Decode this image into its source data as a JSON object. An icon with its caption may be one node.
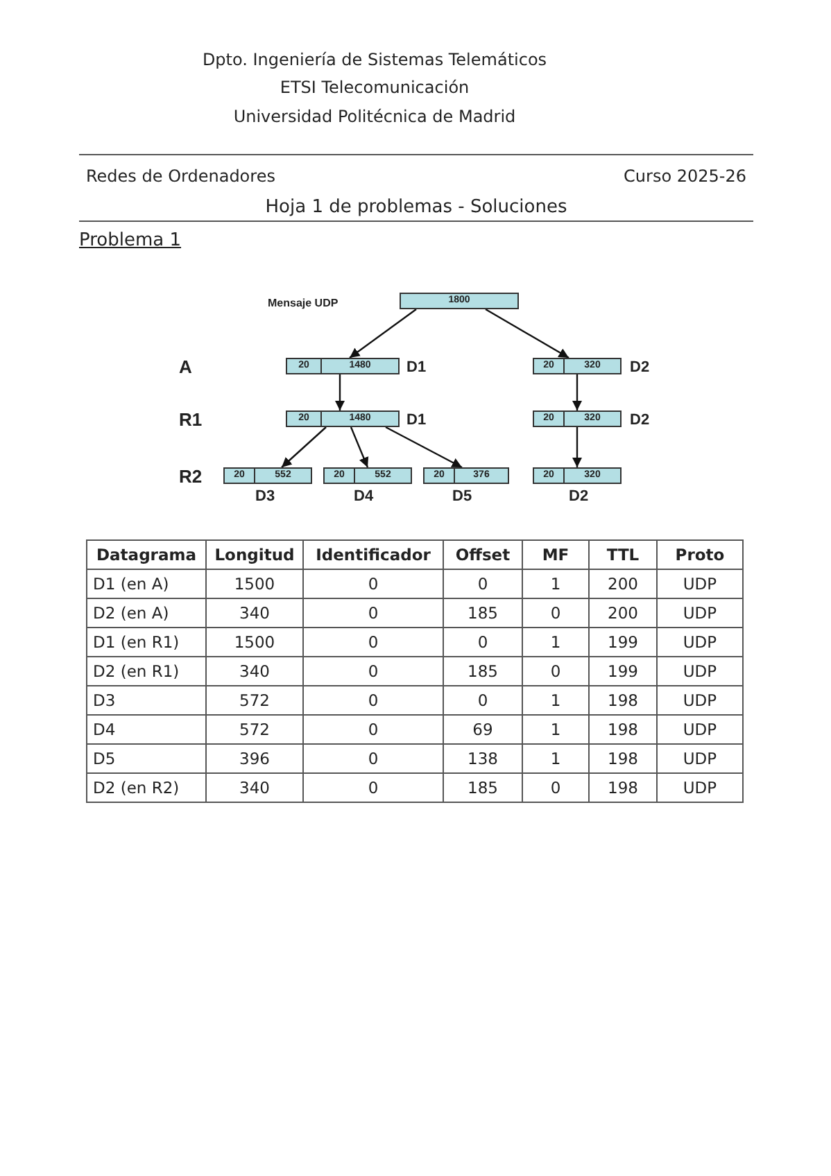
{
  "diagram": {
    "nodes": [
      {
        "text": [
          "1800"
        ]
      },
      {
        "text": [
          "20",
          "1480"
        ],
        "beside": [
          "D1"
        ]
      },
      {
        "text": [
          "20",
          "320"
        ],
        "beside": [
          "D2"
        ]
      },
      {
        "text": [
          "20",
          "1480"
        ],
        "beside": [
          "D1"
        ]
      },
      {
        "text": [
          "20",
          "320"
        ],
        "beside": [
          "D2"
        ]
      },
      {
        "text": [
          "20",
          "552"
        ],
        "beside": [
          "D3"
        ]
      },
      {
        "text": [
          "20",
          "552"
        ],
        "beside": [
          "D4"
        ]
      },
      {
        "text": [
          "20",
          "376"
        ],
        "beside": [
          "D5"
        ]
      },
      {
        "text": [
          "20",
          "320"
        ],
        "beside": [
          "D2"
        ]
      }
    ],
    "edges": [
      {
        "from": 0,
        "to": 1,
        "arrow": "to"
      },
      {
        "from": 0,
        "to": 2,
        "arrow": "to"
      },
      {
        "from": 1,
        "to": 3,
        "arrow": "to"
      },
      {
        "from": 2,
        "to": 4,
        "arrow": "to"
      },
      {
        "from": 3,
        "to": 5,
        "arrow": "to"
      },
      {
        "from": 3,
        "to": 6,
        "arrow": "to"
      },
      {
        "from": 3,
        "to": 7,
        "arrow": "to"
      },
      {
        "from": 4,
        "to": 8,
        "arrow": "to"
      }
    ],
    "labels": [
      "Dpto. Ingeniería de Sistemas Telemáticos",
      "ETSI Telecomunicación",
      "Universidad Politécnica de Madrid",
      "Redes de Ordenadores",
      "Curso 2025-26",
      "Hoja 1 de problemas - Soluciones",
      "Problema 1",
      "Mensaje UDP",
      "A",
      "R1",
      "R2",
      "Datagrama",
      "Longitud",
      "Identificador",
      "Offset",
      "MF",
      "TTL",
      "Proto",
      "D1 (en A)",
      "1500",
      "0",
      "0",
      "1",
      "200",
      "UDP",
      "D2 (en A)",
      "340",
      "0",
      "185",
      "0",
      "200",
      "UDP",
      "D1 (en R1)",
      "1500",
      "0",
      "0",
      "1",
      "199",
      "UDP",
      "D2 (en R1)",
      "340",
      "0",
      "185",
      "0",
      "199",
      "UDP",
      "D3",
      "572",
      "0",
      "0",
      "1",
      "198",
      "UDP",
      "D4",
      "572",
      "0",
      "69",
      "1",
      "198",
      "UDP",
      "D5",
      "396",
      "0",
      "138",
      "1",
      "198",
      "UDP",
      "D2 (en R2)",
      "340",
      "0",
      "185",
      "0",
      "198",
      "UDP"
    ]
  }
}
